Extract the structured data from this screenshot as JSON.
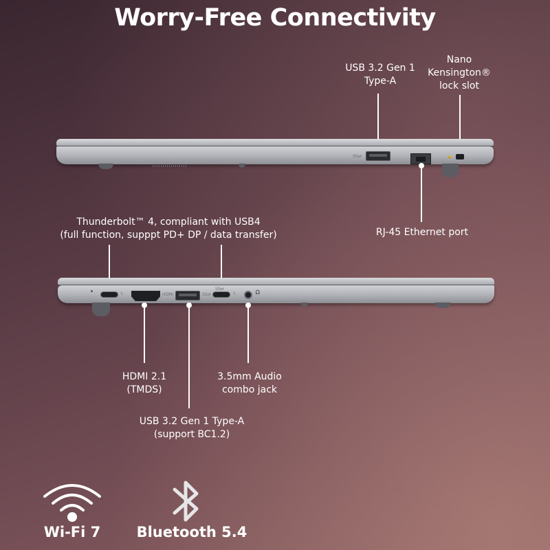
{
  "title": "Worry-Free Connectivity",
  "labels": {
    "usb_a_right": [
      "USB 3.2 Gen 1",
      "Type-A"
    ],
    "kensington": [
      "Nano",
      "Kensington®",
      "lock slot"
    ],
    "rj45": "RJ-45 Ethernet port",
    "thunderbolt": [
      "Thunderbolt™ 4, compliant with USB4",
      "(full function, supppt PD+ DP / data transfer)"
    ],
    "hdmi": [
      "HDMI 2.1",
      "(TMDS)"
    ],
    "audio": [
      "3.5mm Audio",
      "combo jack"
    ],
    "usb_a_left": [
      "USB 3.2 Gen 1 Type-A",
      "(support BC1.2)"
    ]
  },
  "port_marks": {
    "usb_symbol": "SS⇄",
    "hdmi_mark": "HDMI",
    "usbc_mark": "SS⇄"
  },
  "features": {
    "wifi": "Wi-Fi 7",
    "bluetooth": "Bluetooth 5.4"
  },
  "icons": {
    "wifi": "wifi-icon",
    "bluetooth": "bluetooth-icon",
    "lightning": "lightning-icon",
    "audio": "headset-icon"
  }
}
